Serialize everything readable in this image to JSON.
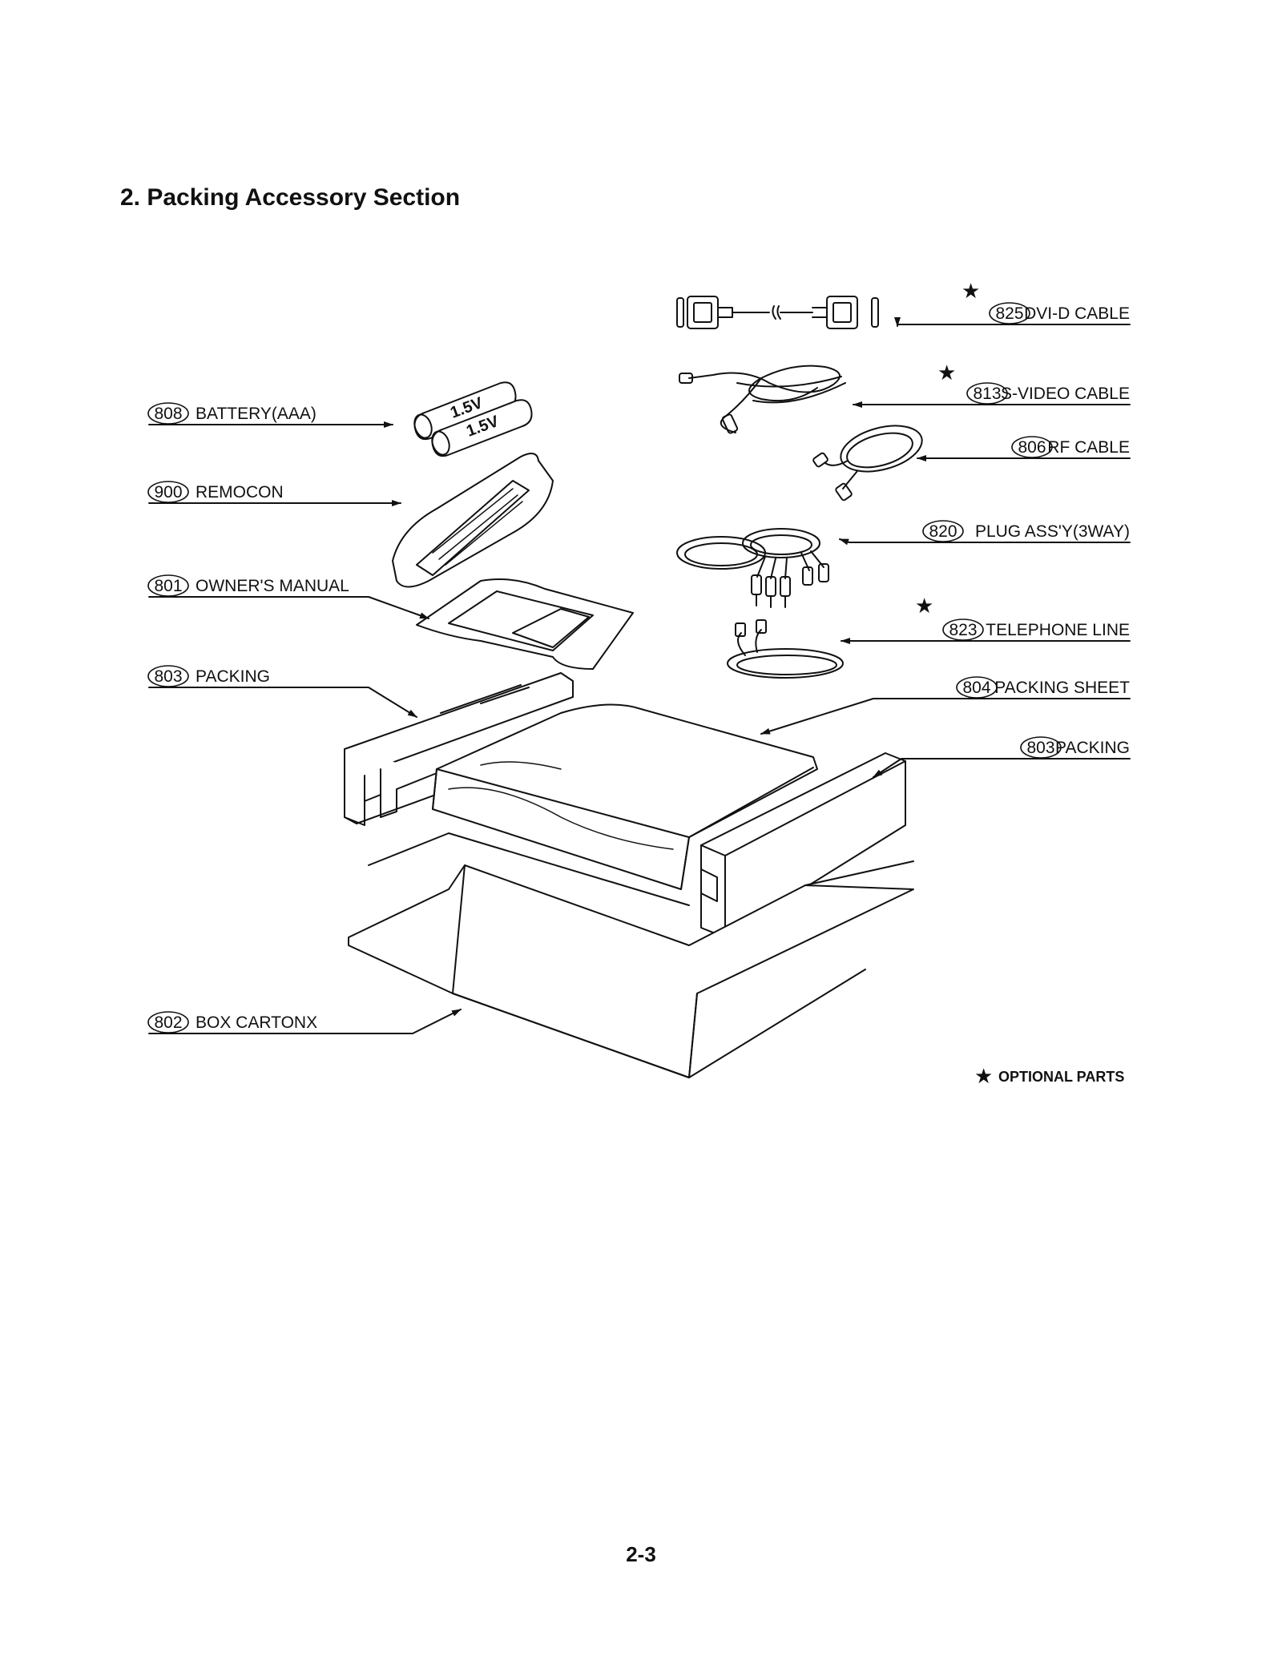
{
  "section_title": "2. Packing Accessory Section",
  "parts": [
    {
      "id": "part-825",
      "number": "825",
      "name": "DVI-D CABLE",
      "optional": true
    },
    {
      "id": "part-813",
      "number": "813",
      "name": "S-VIDEO CABLE",
      "optional": true
    },
    {
      "id": "part-806",
      "number": "806",
      "name": "RF CABLE",
      "optional": false
    },
    {
      "id": "part-820",
      "number": "820",
      "name": "PLUG ASS'Y(3WAY)",
      "optional": false
    },
    {
      "id": "part-823",
      "number": "823",
      "name": "TELEPHONE LINE",
      "optional": true
    },
    {
      "id": "part-804",
      "number": "804",
      "name": "PACKING SHEET",
      "optional": false
    },
    {
      "id": "part-803-right",
      "number": "803",
      "name": "PACKING",
      "optional": false
    },
    {
      "id": "part-808",
      "number": "808",
      "name": "BATTERY(AAA)",
      "optional": false
    },
    {
      "id": "part-900",
      "number": "900",
      "name": "REMOCON",
      "optional": false
    },
    {
      "id": "part-801",
      "number": "801",
      "name": "OWNER'S MANUAL",
      "optional": false
    },
    {
      "id": "part-803-left",
      "number": "803",
      "name": "PACKING",
      "optional": false
    },
    {
      "id": "part-802",
      "number": "802",
      "name": "BOX CARTONX",
      "optional": false
    }
  ],
  "battery_label": "1.5V",
  "legend": {
    "symbol": "★",
    "text": "OPTIONAL PARTS"
  },
  "page_number": "2-3"
}
